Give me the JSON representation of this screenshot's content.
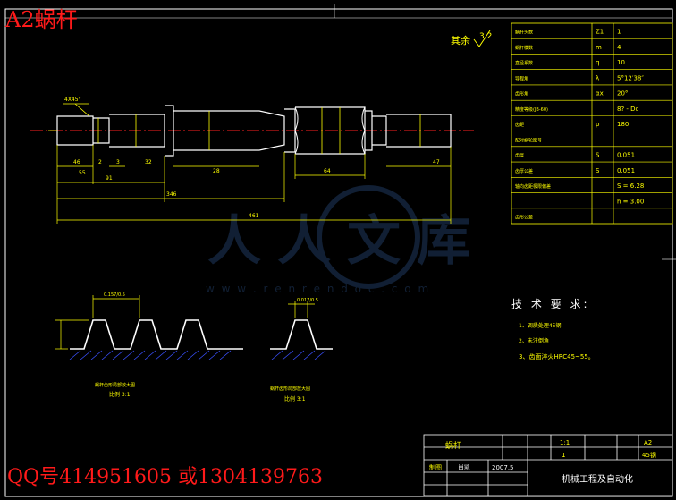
{
  "overlay": {
    "title": "A2蜗杆",
    "contact": "QQ号414951605  或1304139763"
  },
  "drawing": {
    "roughness_note": "其余",
    "roughness_value": "3.2",
    "dimensions": {
      "overall_length": "461",
      "len_346": "346",
      "len_91": "91",
      "len_55": "55",
      "len_46": "46",
      "len_64": "64",
      "len_47": "47",
      "len_28": "28",
      "len_2": "2",
      "len_3": "3",
      "len_32": "32",
      "tol_note": "4X45°"
    },
    "detail_left": {
      "caption": "蜗杆齿形局部放大图",
      "scale": "比例 3:1",
      "dim": "0.157/0.5"
    },
    "detail_right": {
      "caption": "蜗杆齿形局部放大图",
      "scale": "比例 3:1",
      "dim": "0.017/0.5"
    },
    "tech": {
      "heading": "技 术 要 求:",
      "items": [
        "1、调质处理45钢",
        "2、未注倒角",
        "3、齿面淬火HRC45~55。"
      ]
    }
  },
  "params_table": {
    "rows": [
      {
        "name": "蜗杆头数",
        "sym": "Z1",
        "val": "1"
      },
      {
        "name": "蜗杆模数",
        "sym": "m",
        "val": "4"
      },
      {
        "name": "直径系数",
        "sym": "q",
        "val": "10"
      },
      {
        "name": "导程角",
        "sym": "λ",
        "val": "5°12′38″"
      },
      {
        "name": "齿形角",
        "sym": "αx",
        "val": "20°"
      },
      {
        "name": "精度等级(JB-60)",
        "sym": "",
        "val": "8? - Dc"
      },
      {
        "name": "齿距",
        "sym": "p",
        "val": "180"
      },
      {
        "name": "配对蜗轮图号",
        "sym": "",
        "val": ""
      },
      {
        "name": "齿厚",
        "sym": "S",
        "val": "0.051"
      },
      {
        "name": "齿厚公差",
        "sym": "S",
        "val": "0.051"
      },
      {
        "name": "轴向齿距极限偏差",
        "sym": "",
        "val": "S = 6.28"
      },
      {
        "name": "",
        "sym": "",
        "val": "h = 3.00"
      },
      {
        "name": "齿形公差",
        "sym": "",
        "val": ""
      }
    ]
  },
  "title_block": {
    "part_name": "蜗杆",
    "scale": "1:1",
    "sheet_size": "A2",
    "material": "45钢",
    "qty": "1",
    "drawn_label": "制图",
    "drawn_by": "肖凯",
    "date": "2007.5",
    "school": "机械工程及自动化"
  },
  "watermark": {
    "brand": "人人文库",
    "url": "w w w . r e n r e n d o c . c o m"
  },
  "colors": {
    "background": "#000000",
    "outline": "#ffffff",
    "dimension": "#ffff00",
    "centerline": "#ff2020",
    "table_line": "#ffff00",
    "table_text": "#ffff00",
    "hatch": "#3a50ff",
    "watermark": "#2a3f66",
    "overlay_text": "#ff1a1a"
  }
}
